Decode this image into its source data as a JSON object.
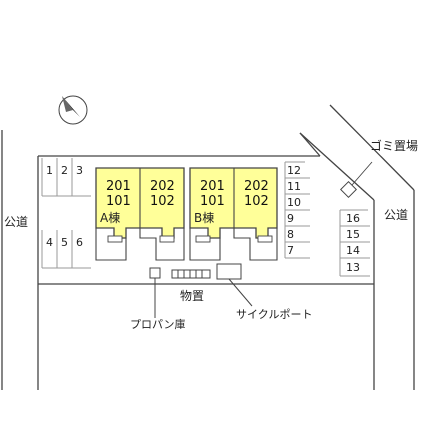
{
  "colors": {
    "building_fill": "#ffff99",
    "line": "#444444",
    "parking_line": "#9a9a9a"
  },
  "compass": {
    "icon": "north-arrow-icon"
  },
  "roads": {
    "left_label": "公道",
    "right_label": "公道"
  },
  "labels": {
    "garbage": "ゴミ置場",
    "storage": "物置",
    "propane": "プロパン庫",
    "bicycle": "サイクルポート"
  },
  "buildings": [
    {
      "name": "A棟",
      "units": [
        {
          "upper": "201",
          "lower": "101"
        },
        {
          "upper": "202",
          "lower": "102"
        }
      ]
    },
    {
      "name": "B棟",
      "units": [
        {
          "upper": "201",
          "lower": "101"
        },
        {
          "upper": "202",
          "lower": "102"
        }
      ]
    }
  ],
  "parking": {
    "top_left": [
      "1",
      "2",
      "3"
    ],
    "bottom_left": [
      "4",
      "5",
      "6"
    ],
    "right_column": [
      "12",
      "11",
      "10",
      "9",
      "8",
      "7"
    ],
    "right_lower": [
      "16",
      "15",
      "14",
      "13"
    ]
  }
}
